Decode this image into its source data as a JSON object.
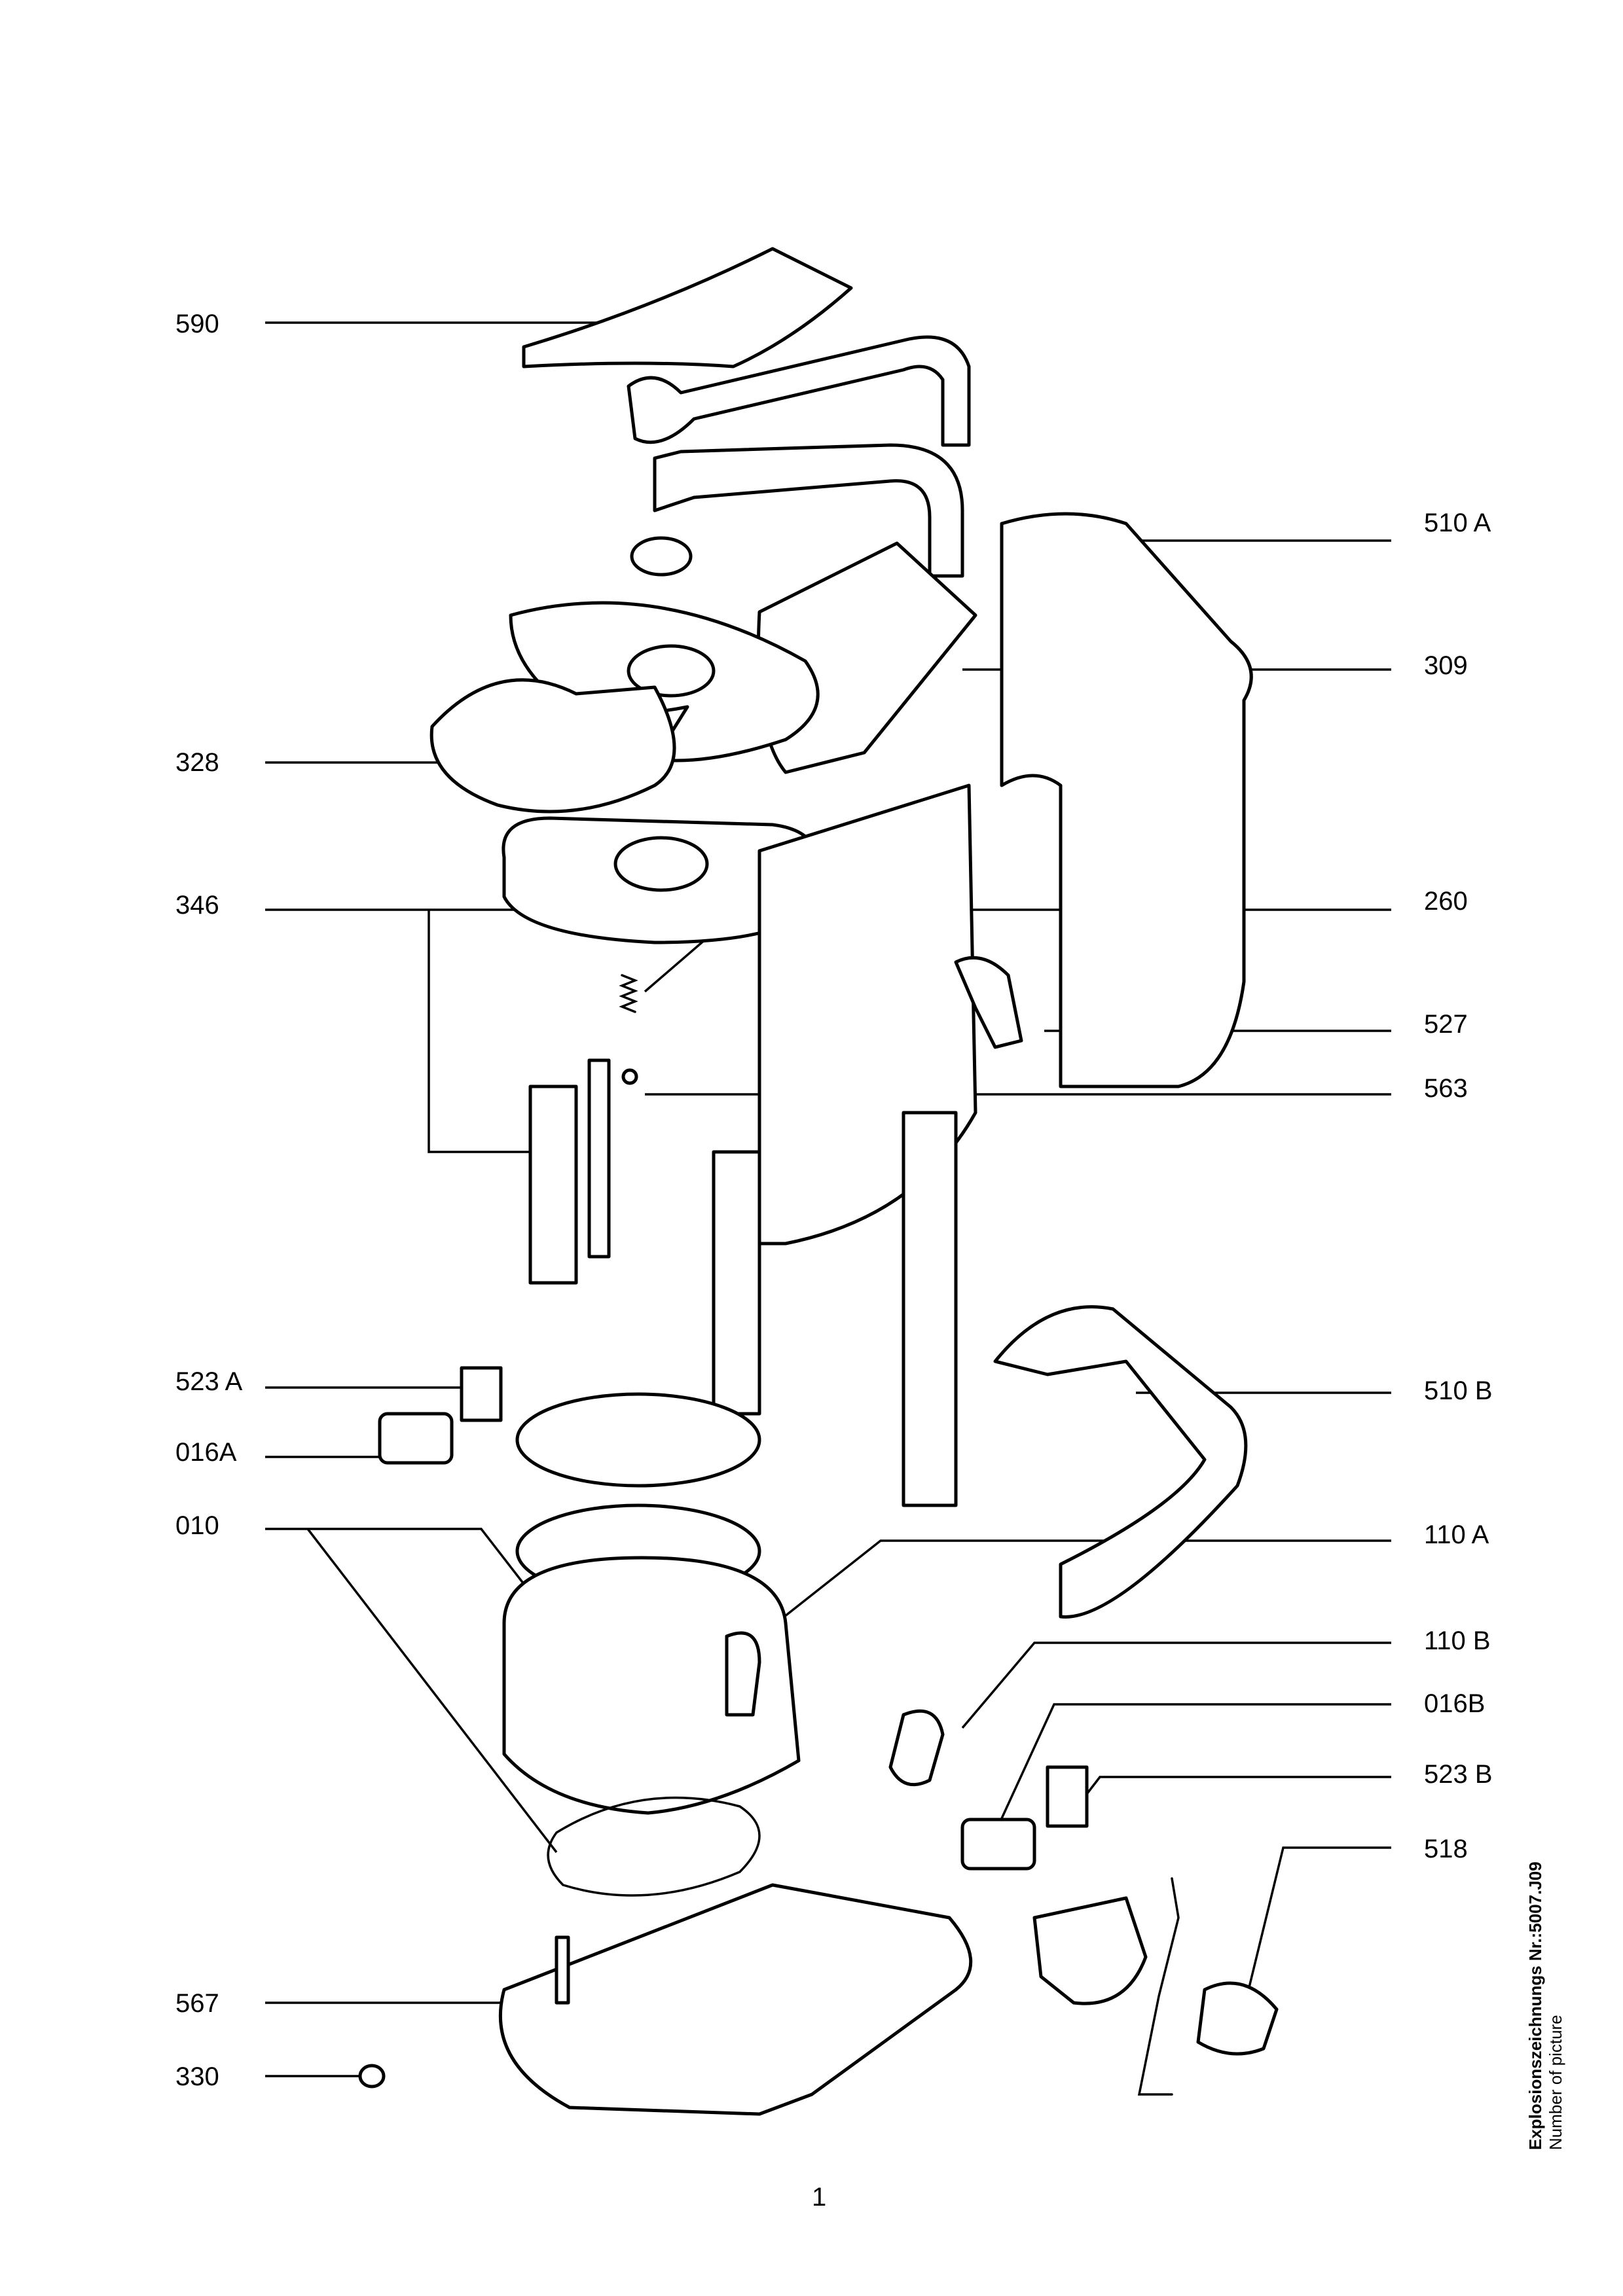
{
  "callouts": [
    {
      "id": "590",
      "text": "590"
    },
    {
      "id": "510a",
      "text": "510 A"
    },
    {
      "id": "309",
      "text": "309"
    },
    {
      "id": "328",
      "text": "328"
    },
    {
      "id": "346",
      "text": "346"
    },
    {
      "id": "260",
      "text": "260"
    },
    {
      "id": "527",
      "text": "527"
    },
    {
      "id": "563",
      "text": "563"
    },
    {
      "id": "523a",
      "text": "523 A"
    },
    {
      "id": "510b",
      "text": "510 B"
    },
    {
      "id": "016a",
      "text": "016A"
    },
    {
      "id": "010",
      "text": "010"
    },
    {
      "id": "110a",
      "text": "110 A"
    },
    {
      "id": "110b",
      "text": "110 B"
    },
    {
      "id": "016b",
      "text": "016B"
    },
    {
      "id": "523b",
      "text": "523 B"
    },
    {
      "id": "518",
      "text": "518"
    },
    {
      "id": "567",
      "text": "567"
    },
    {
      "id": "330",
      "text": "330"
    }
  ],
  "side_note": {
    "title": "Explosionszeichnungs Nr.:5007.J09",
    "subtitle": "Number of picture"
  },
  "page_number": "1"
}
